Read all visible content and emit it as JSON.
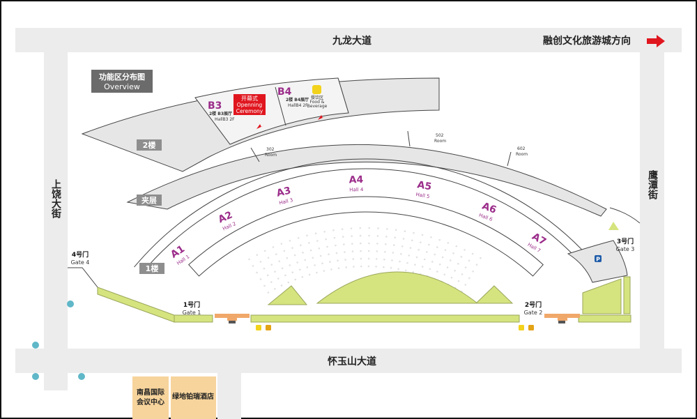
{
  "roads": {
    "north": "九龙大道",
    "south": "怀玉山大道",
    "west": "上饶大街",
    "east": "鹰潭街",
    "direction": "融创文化旅游城方向"
  },
  "legend_box": {
    "title_cn": "功能区分布图",
    "title_en": "Overview"
  },
  "floors": {
    "f2": "2楼",
    "mezzanine": "夹层",
    "f1": "1楼"
  },
  "halls": [
    {
      "code": "A1",
      "sub": "Hall 1"
    },
    {
      "code": "A2",
      "sub": "Hall 2"
    },
    {
      "code": "A3",
      "sub": "Hall 3"
    },
    {
      "code": "A4",
      "sub": "Hall 4"
    },
    {
      "code": "A5",
      "sub": "Hall 5"
    },
    {
      "code": "A6",
      "sub": "Hall 6"
    },
    {
      "code": "A7",
      "sub": "Hall 7"
    }
  ],
  "upper_halls": {
    "b3": {
      "code": "B3",
      "cn": "2楼 B3展厅",
      "en": "HallB3 2F"
    },
    "b4": {
      "code": "B4",
      "cn": "2楼 B4展厅",
      "en": "HallB4 2F"
    },
    "ceremony": {
      "cn": "开幕式",
      "en1": "Openning",
      "en2": "Ceremony"
    },
    "food": {
      "cn": "餐饮区",
      "en1": "Food &",
      "en2": "Beverage"
    }
  },
  "rooms": [
    {
      "num": "302",
      "label": "Room"
    },
    {
      "num": "502",
      "label": "Room"
    },
    {
      "num": "602",
      "label": "Room"
    }
  ],
  "gates": [
    {
      "cn": "1号门",
      "en": "Gate 1"
    },
    {
      "cn": "2号门",
      "en": "Gate 2"
    },
    {
      "cn": "3号门",
      "en": "Gate 3"
    },
    {
      "cn": "4号门",
      "en": "Gate 4"
    }
  ],
  "buildings": {
    "conference": "南昌国际会议中心",
    "conference_l1": "南昌国际",
    "conference_l2": "会议中心",
    "hotel": "绿地铂瑞酒店"
  },
  "parking": {
    "symbol": "P"
  },
  "colors": {
    "road": "#ececec",
    "building": "#e6e6e6",
    "green": "#d6e47f",
    "hall_text": "#9b2d8a",
    "ceremony": "#e0161f",
    "arrow": "#e0161f",
    "floor_tag": "#8e8e8e",
    "legend_bg": "#6b6b6b",
    "hotel": "#f7d49c",
    "gate_structure": "#f0a86a",
    "parking": "#1f5ca8",
    "subway": "#5fb7c8"
  }
}
